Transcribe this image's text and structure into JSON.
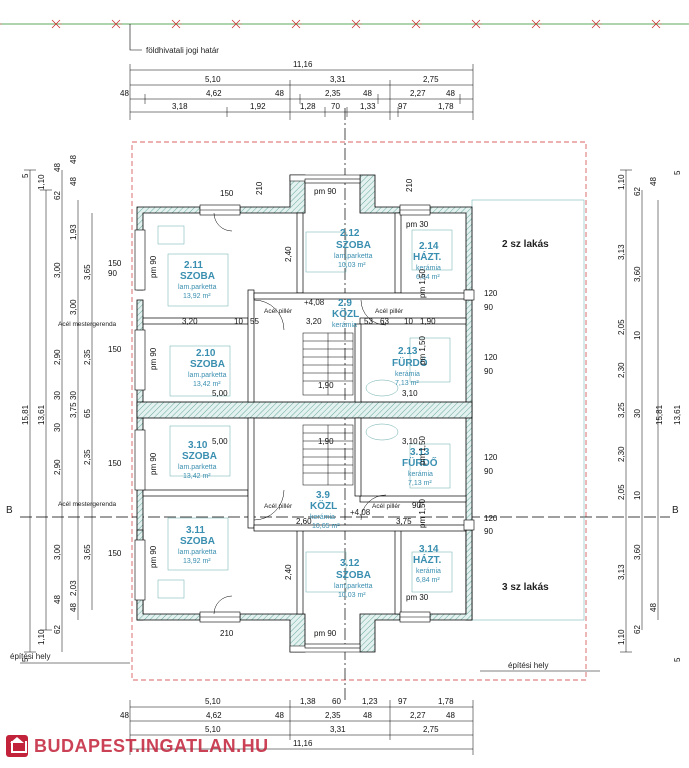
{
  "labels": {
    "boundary": "földhivatali jogi határ",
    "build_area_left": "építési hely",
    "build_area_right": "építési hely",
    "unit2": "2 sz lakás",
    "unit3": "3 sz lakás",
    "section_b_left": "B",
    "section_b_right": "B",
    "beam1": "Acél mestergerenda",
    "beam2": "Acél mestergerenda",
    "pillar1": "Acél pillér",
    "pillar2": "Acél pillér",
    "pillar3": "Acél pillér",
    "pillar4": "Acél pillér",
    "level1": "+4,08",
    "level2": "+4,08"
  },
  "rooms": [
    {
      "id": "r211",
      "num": "2.11",
      "name": "SZOBA",
      "floor": "lam.parketta",
      "area": "13,92 m²"
    },
    {
      "id": "r212",
      "num": "2.12",
      "name": "SZOBA",
      "floor": "lam.parketta",
      "area": "10,03 m²"
    },
    {
      "id": "r214",
      "num": "2.14",
      "name": "HÁZT.",
      "floor": "kerámia",
      "area": "6,84 m²"
    },
    {
      "id": "r29",
      "num": "2.9",
      "name": "KÖZL",
      "floor": "kerámia",
      "area": ""
    },
    {
      "id": "r210",
      "num": "2.10",
      "name": "SZOBA",
      "floor": "lam.parketta",
      "area": "13,42 m²"
    },
    {
      "id": "r213",
      "num": "2.13",
      "name": "FÜRDŐ",
      "floor": "kerámia",
      "area": "7,13 m²"
    },
    {
      "id": "r310",
      "num": "3.10",
      "name": "SZOBA",
      "floor": "lam.parketta",
      "area": "13,42 m²"
    },
    {
      "id": "r313",
      "num": "3.13",
      "name": "FÜRDŐ",
      "floor": "kerámia",
      "area": "7,13 m²"
    },
    {
      "id": "r39",
      "num": "3.9",
      "name": "KÖZL",
      "floor": "kerámia",
      "area": "10,65 m²"
    },
    {
      "id": "r311",
      "num": "3.11",
      "name": "SZOBA",
      "floor": "lam.parketta",
      "area": "13,92 m²"
    },
    {
      "id": "r312",
      "num": "3.12",
      "name": "SZOBA",
      "floor": "lam.parketta",
      "area": "10,03 m²"
    },
    {
      "id": "r314",
      "num": "3.14",
      "name": "HÁZT.",
      "floor": "kerámia",
      "area": "6,84 m²"
    }
  ],
  "dims_top": {
    "total": "11,16",
    "row2": [
      "5,10",
      "3,31",
      "2,75"
    ],
    "row3": [
      "48",
      "4,62",
      "48",
      "2,35",
      "48",
      "2,27",
      "48"
    ],
    "row4": [
      "3,18",
      "1,92",
      "1,28",
      "70",
      "1,33",
      "97",
      "1,78"
    ]
  },
  "dims_bottom": {
    "row1": [
      "5,10",
      "1,38",
      "60",
      "1,23",
      "97",
      "1,78"
    ],
    "row2": [
      "48",
      "4,62",
      "48",
      "2,35",
      "48",
      "2,27",
      "48"
    ],
    "row3": [
      "5,10",
      "3,31",
      "2,75"
    ],
    "total": "11,16"
  },
  "dims_left": {
    "total": "15,81",
    "mid": "13,61",
    "a": [
      "1,10",
      "62",
      "48",
      "1,93",
      "3,00",
      "3,00",
      "2,90",
      "30",
      "2,90",
      "3,00",
      "2,03",
      "48",
      "62",
      "1,10"
    ],
    "b": [
      "3,65",
      "2,35",
      "3,75",
      "2,35",
      "3,65"
    ],
    "misc": [
      "5",
      "48",
      "30",
      "65",
      "5",
      "48",
      "30",
      "48"
    ]
  },
  "dims_right": {
    "total": "13,61",
    "mid": "15,81",
    "a": [
      "1,10",
      "62",
      "48",
      "3,13",
      "3,60",
      "2,05",
      "2,30",
      "3,25",
      "2,30",
      "2,05",
      "3,60",
      "3,13",
      "48",
      "62",
      "1,10"
    ],
    "misc": [
      "5",
      "10",
      "30",
      "10",
      "5"
    ]
  },
  "inner_dims": [
    "150",
    "210",
    "150",
    "90",
    "pm 90",
    "pm 90",
    "pm 30",
    "210",
    "90",
    "150",
    "120",
    "90",
    "3,20",
    "10",
    "55",
    "3,20",
    "53",
    "63",
    "10",
    "1,90",
    "150",
    "pm 90",
    "120",
    "90",
    "5,00",
    "5,00",
    "1,90",
    "1,90",
    "3,10",
    "3,10",
    "120",
    "90",
    "150",
    "pm 90",
    "2,60",
    "3,75",
    "90",
    "120",
    "90",
    "150",
    "pm 90",
    "pm 30",
    "210",
    "2,40",
    "2,40",
    "pm 1,50",
    "pm 1,50",
    "pm 1,50",
    "pm 1,50",
    "pm 90"
  ]
}
